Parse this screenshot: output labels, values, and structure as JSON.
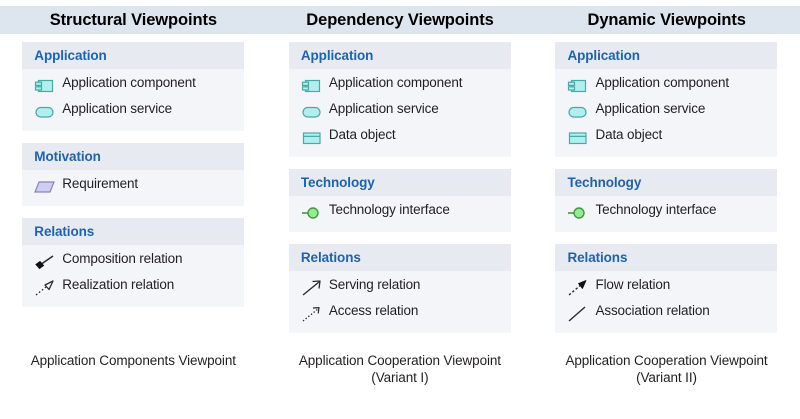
{
  "headers": [
    {
      "label": "Structural Viewpoints"
    },
    {
      "label": "Dependency Viewpoints"
    },
    {
      "label": "Dynamic Viewpoints"
    }
  ],
  "colors": {
    "header_band": "#dde5ef",
    "section_title_bg": "#e7ebf1",
    "section_items_bg": "#f3f5f8",
    "section_title_text": "#1f62ae",
    "body_text": "#231f20",
    "application_fill": "#aff0ee",
    "application_stroke": "#4aa8a5",
    "motivation_fill": "#cfcdf0",
    "motivation_stroke": "#8683c4",
    "technology_fill": "#90ee90",
    "technology_stroke": "#3f9b3f"
  },
  "columns": [
    {
      "key": "structural",
      "caption": "Application Components Viewpoint",
      "sections": [
        {
          "title": "Application",
          "items": [
            {
              "label": "Application component",
              "icon": "application-component-icon"
            },
            {
              "label": "Application service",
              "icon": "application-service-icon"
            }
          ]
        },
        {
          "title": "Motivation",
          "items": [
            {
              "label": "Requirement",
              "icon": "requirement-icon"
            }
          ]
        },
        {
          "title": "Relations",
          "items": [
            {
              "label": "Composition relation",
              "icon": "composition-relation-icon"
            },
            {
              "label": "Realization relation",
              "icon": "realization-relation-icon"
            }
          ]
        }
      ]
    },
    {
      "key": "dependency",
      "caption": "Application Cooperation Viewpoint\n(Variant I)",
      "sections": [
        {
          "title": "Application",
          "items": [
            {
              "label": "Application component",
              "icon": "application-component-icon"
            },
            {
              "label": "Application service",
              "icon": "application-service-icon"
            },
            {
              "label": "Data object",
              "icon": "data-object-icon"
            }
          ]
        },
        {
          "title": "Technology",
          "items": [
            {
              "label": "Technology interface",
              "icon": "technology-interface-icon"
            }
          ]
        },
        {
          "title": "Relations",
          "items": [
            {
              "label": "Serving relation",
              "icon": "serving-relation-icon"
            },
            {
              "label": "Access relation",
              "icon": "access-relation-icon"
            }
          ]
        }
      ]
    },
    {
      "key": "dynamic",
      "caption": "Application Cooperation Viewpoint\n(Variant II)",
      "sections": [
        {
          "title": "Application",
          "items": [
            {
              "label": "Application component",
              "icon": "application-component-icon"
            },
            {
              "label": "Application service",
              "icon": "application-service-icon"
            },
            {
              "label": "Data object",
              "icon": "data-object-icon"
            }
          ]
        },
        {
          "title": "Technology",
          "items": [
            {
              "label": "Technology interface",
              "icon": "technology-interface-icon"
            }
          ]
        },
        {
          "title": "Relations",
          "items": [
            {
              "label": "Flow relation",
              "icon": "flow-relation-icon"
            },
            {
              "label": "Association relation",
              "icon": "association-relation-icon"
            }
          ]
        }
      ]
    }
  ]
}
